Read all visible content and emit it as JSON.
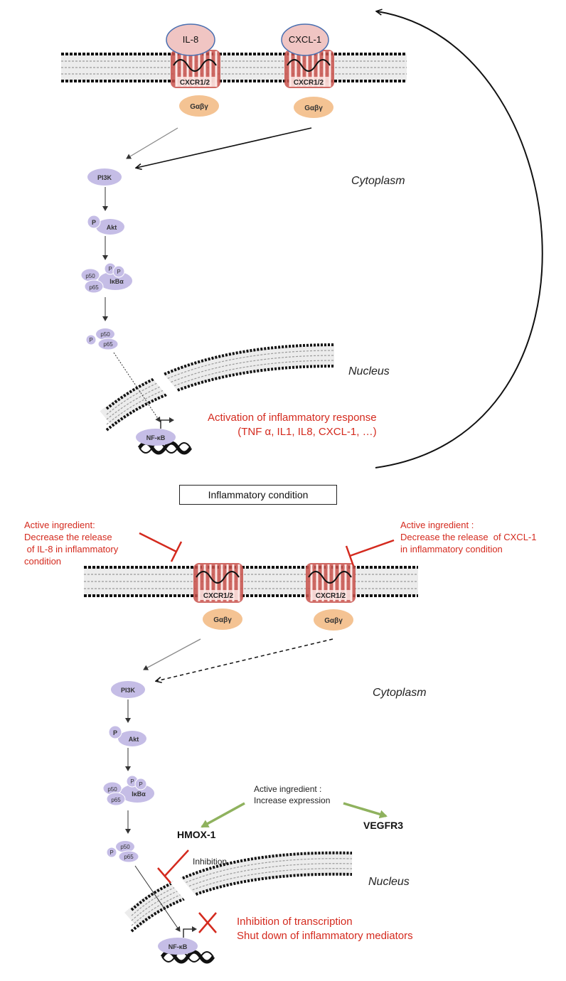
{
  "panel_top": {
    "ligands": [
      "IL-8",
      "CXCL-1"
    ],
    "receptor_labels": [
      "CXCR1/2",
      "CXCR1/2"
    ],
    "g_protein_labels": [
      "Gαβγ",
      "Gαβγ"
    ],
    "pathway": {
      "pi3k": "PI3K",
      "p": "P",
      "akt": "Akt",
      "p50": "p50",
      "p65": "p65",
      "ikba": "IκBα",
      "nfkb": "NF-κB"
    },
    "cytoplasm": "Cytoplasm",
    "nucleus": "Nucleus",
    "response": "Activation of inflammatory response\n(TNF α, IL1, IL8, CXCL-1, …)"
  },
  "condition_box": "Inflammatory condition",
  "panel_bottom": {
    "receptor_labels": [
      "CXCR1/2",
      "CXCR1/2"
    ],
    "g_protein_labels": [
      "Gαβγ",
      "Gαβγ"
    ],
    "note_left": "Active ingredient:\nDecrease the release\n of IL-8 in inflammatory\ncondition",
    "note_right": "Active ingredient :\nDecrease the release  of CXCL-1\nin inflammatory condition",
    "cytoplasm": "Cytoplasm",
    "nucleus": "Nucleus",
    "increase_note": "Active ingredient :\nIncrease expression",
    "hmox": "HMOX-1",
    "vegfr": "VEGFR3",
    "inhibition": "Inhibition",
    "transcription": "Inhibition of transcription\nShut down of inflammatory mediators"
  },
  "colors": {
    "ligand_fill": "#f0c5c3",
    "ligand_stroke": "#4a6fb0",
    "g_protein": "#f4c393",
    "node": "#c5bde6",
    "red": "#d42a1e",
    "green": "#8fb25e"
  }
}
